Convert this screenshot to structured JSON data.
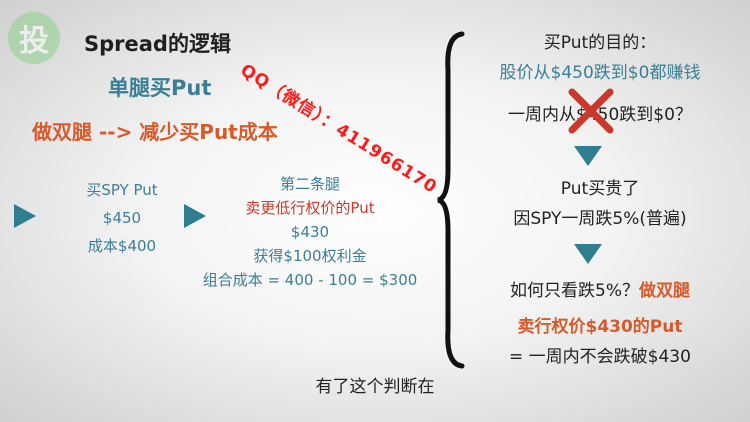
{
  "logo": {
    "glyph": "投"
  },
  "left": {
    "title": "Spread的逻辑",
    "single_leg": "单腿买Put",
    "double_leg": "做双腿 --> 减少买Put成本"
  },
  "leg1": {
    "line1": "买SPY Put",
    "line2": "$450",
    "line3": "成本$400"
  },
  "leg2": {
    "line1": "第二条腿",
    "line2": "卖更低行权价的Put",
    "line3": "$430",
    "line4": "获得$100权利金",
    "line5": "组合成本 = 400 - 100 = $300"
  },
  "right": {
    "goal_title": "买Put的目的：",
    "goal_line": "股价从$450跌到$0都赚钱",
    "week_line": "一周内从$450跌到$0？",
    "expensive": "Put买贵了",
    "reason": "因SPY一周跌5%(普遍)",
    "question": "如何只看跌5%？",
    "answer": "做双腿",
    "sell_put": "卖行权价$430的Put",
    "conclusion": "= 一周内不会跌破$430"
  },
  "watermark": "QQ（微信）：411966170",
  "subtitle": "有了这个判断在",
  "colors": {
    "teal": "#3b7f97",
    "red": "#c9382a",
    "orange": "#d85a2a"
  }
}
